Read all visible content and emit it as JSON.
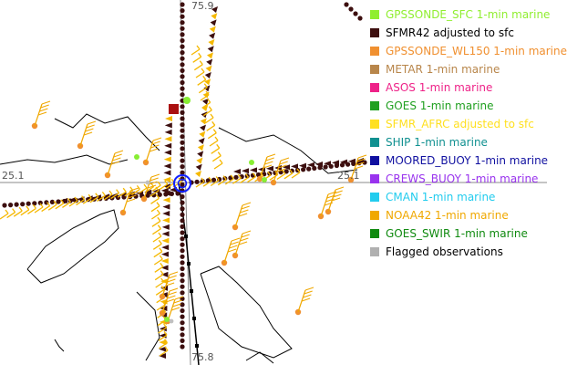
{
  "map": {
    "grid_labels": {
      "lat_left": "25.1",
      "lat_right": "25.1",
      "lon_top": "75.9",
      "lon_bottom": "75.8"
    },
    "colors": {
      "coast": "#000000",
      "grid": "#888888",
      "sfmr42": "#3d0f0f",
      "afrc": "#f5b800",
      "noaa": "#f0a800",
      "sonde": "#f09030",
      "sfc": "#88ee33",
      "flag": "#c0c0c0",
      "center": "#1020ff",
      "metar_sq": "#aa1010"
    }
  },
  "legend": [
    {
      "label": "GPSSONDE_SFC 1-min marine",
      "color": "#90ee30"
    },
    {
      "label": "SFMR42 adjusted to sfc",
      "color": "#3d0f0f"
    },
    {
      "label": "GPSSONDE_WL150 1-min marine",
      "color": "#f09030"
    },
    {
      "label": "METAR 1-min marine",
      "color": "#b8864b"
    },
    {
      "label": "ASOS 1-min marine",
      "color": "#ee2288"
    },
    {
      "label": "GOES 1-min marine",
      "color": "#20a020"
    },
    {
      "label": "SFMR_AFRC adjusted to sfc",
      "color": "#ffe020"
    },
    {
      "label": "SHIP 1-min marine",
      "color": "#109090"
    },
    {
      "label": "MOORED_BUOY 1-min marine",
      "color": "#1010a0"
    },
    {
      "label": "CREWS_BUOY 1-min marine",
      "color": "#9933ee"
    },
    {
      "label": "CMAN 1-min marine",
      "color": "#22ccee"
    },
    {
      "label": "NOAA42 1-min marine",
      "color": "#f0a800"
    },
    {
      "label": "GOES_SWIR 1-min marine",
      "color": "#108a10"
    },
    {
      "label": "Flagged observations",
      "color": "#b0b0b0"
    }
  ]
}
